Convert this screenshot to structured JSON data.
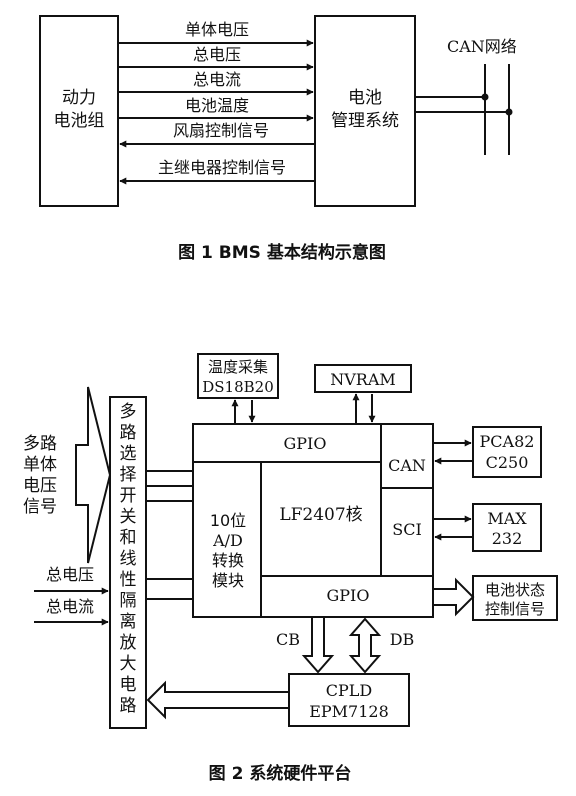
{
  "fig1": {
    "battery": [
      "动力",
      "电池组"
    ],
    "bms": [
      "电池",
      "管理系统"
    ],
    "can_network": "CAN网络",
    "signals": {
      "cell_voltage": "单体电压",
      "total_voltage": "总电压",
      "total_current": "总电流",
      "battery_temp": "电池温度",
      "fan_control": "风扇控制信号",
      "relay_control": "主继电器控制信号"
    },
    "caption": "图 1   BMS 基本结构示意图"
  },
  "fig2": {
    "temp_sensor": [
      "温度采集",
      "DS18B20"
    ],
    "nvram": "NVRAM",
    "gpio_top": "GPIO",
    "can": "CAN",
    "sci": "SCI",
    "adc": [
      "10位",
      "A/D",
      "转换",
      "模块"
    ],
    "core": "LF2407核",
    "gpio_bottom": "GPIO",
    "pca": [
      "PCA82",
      "C250"
    ],
    "max": [
      "MAX",
      "232"
    ],
    "status": [
      "电池状态",
      "控制信号"
    ],
    "mux": [
      "多",
      "路",
      "选",
      "择",
      "开",
      "关",
      "和",
      "线",
      "性",
      "隔",
      "离",
      "放",
      "大",
      "电",
      "路"
    ],
    "multi_cell": [
      "多路",
      "单体",
      "电压",
      "信号"
    ],
    "total_voltage": "总电压",
    "total_current": "总电流",
    "cb": "CB",
    "db": "DB",
    "cpld": [
      "CPLD",
      "EPM7128"
    ],
    "caption": "图 2    系统硬件平台"
  }
}
